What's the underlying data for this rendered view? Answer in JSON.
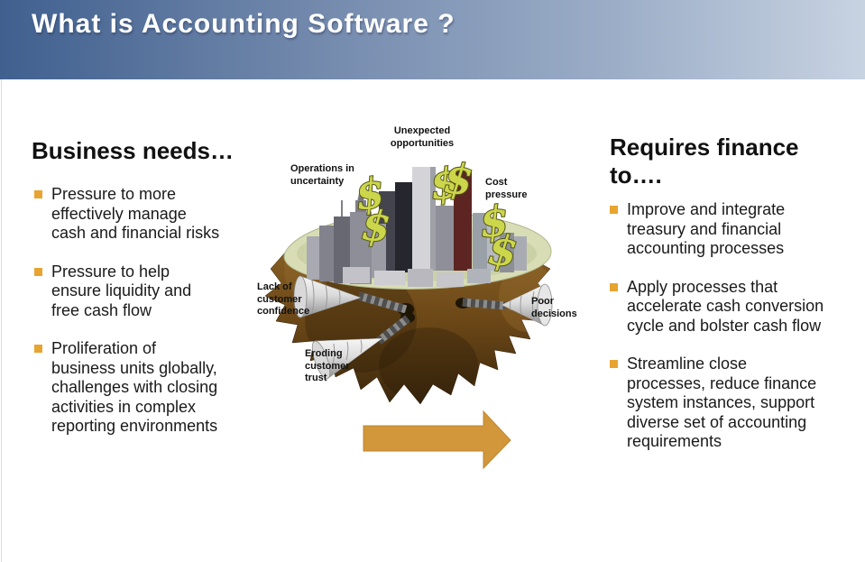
{
  "slide": {
    "title": "What is Accounting Software ?"
  },
  "left_panel": {
    "heading": "Business needs…",
    "bullets": [
      "Pressure to more\neffectively manage\ncash and financial risks",
      "Pressure to help\nensure liquidity and\nfree cash flow",
      "Proliferation of\nbusiness units globally,\nchallenges with closing\nactivities in complex\nreporting environments"
    ]
  },
  "right_panel": {
    "heading": "Requires finance\nto….",
    "bullets": [
      "Improve and integrate\ntreasury and financial\naccounting processes",
      "Apply processes that\naccelerate cash conversion\ncycle and bolster cash flow",
      "Streamline close\nprocesses, reduce finance\nsystem instances, support\ndiverse set of accounting\nrequirements"
    ]
  },
  "diagram": {
    "dollar_symbol": "$",
    "labels": {
      "top": "Unexpected\nopportunities",
      "top_left": "Operations in\nuncertainty",
      "top_right": "Cost\npressure",
      "left": "Lack of\ncustomer\nconfidence",
      "right": "Poor\ndecisions",
      "bottom_left": "Eroding\ncustomer\ntrust"
    }
  },
  "colors": {
    "header_gradient_left": "#40608F",
    "header_gradient_right": "#C8D3E2",
    "bullet_square": "#E7A431",
    "arrow": "#D2973B",
    "title_text": "#FFFFFF",
    "body_text": "#1A1A1A",
    "platform": "#D8DDB5",
    "rock": "#6B4717",
    "dollar_sign": "#CCD64A"
  }
}
